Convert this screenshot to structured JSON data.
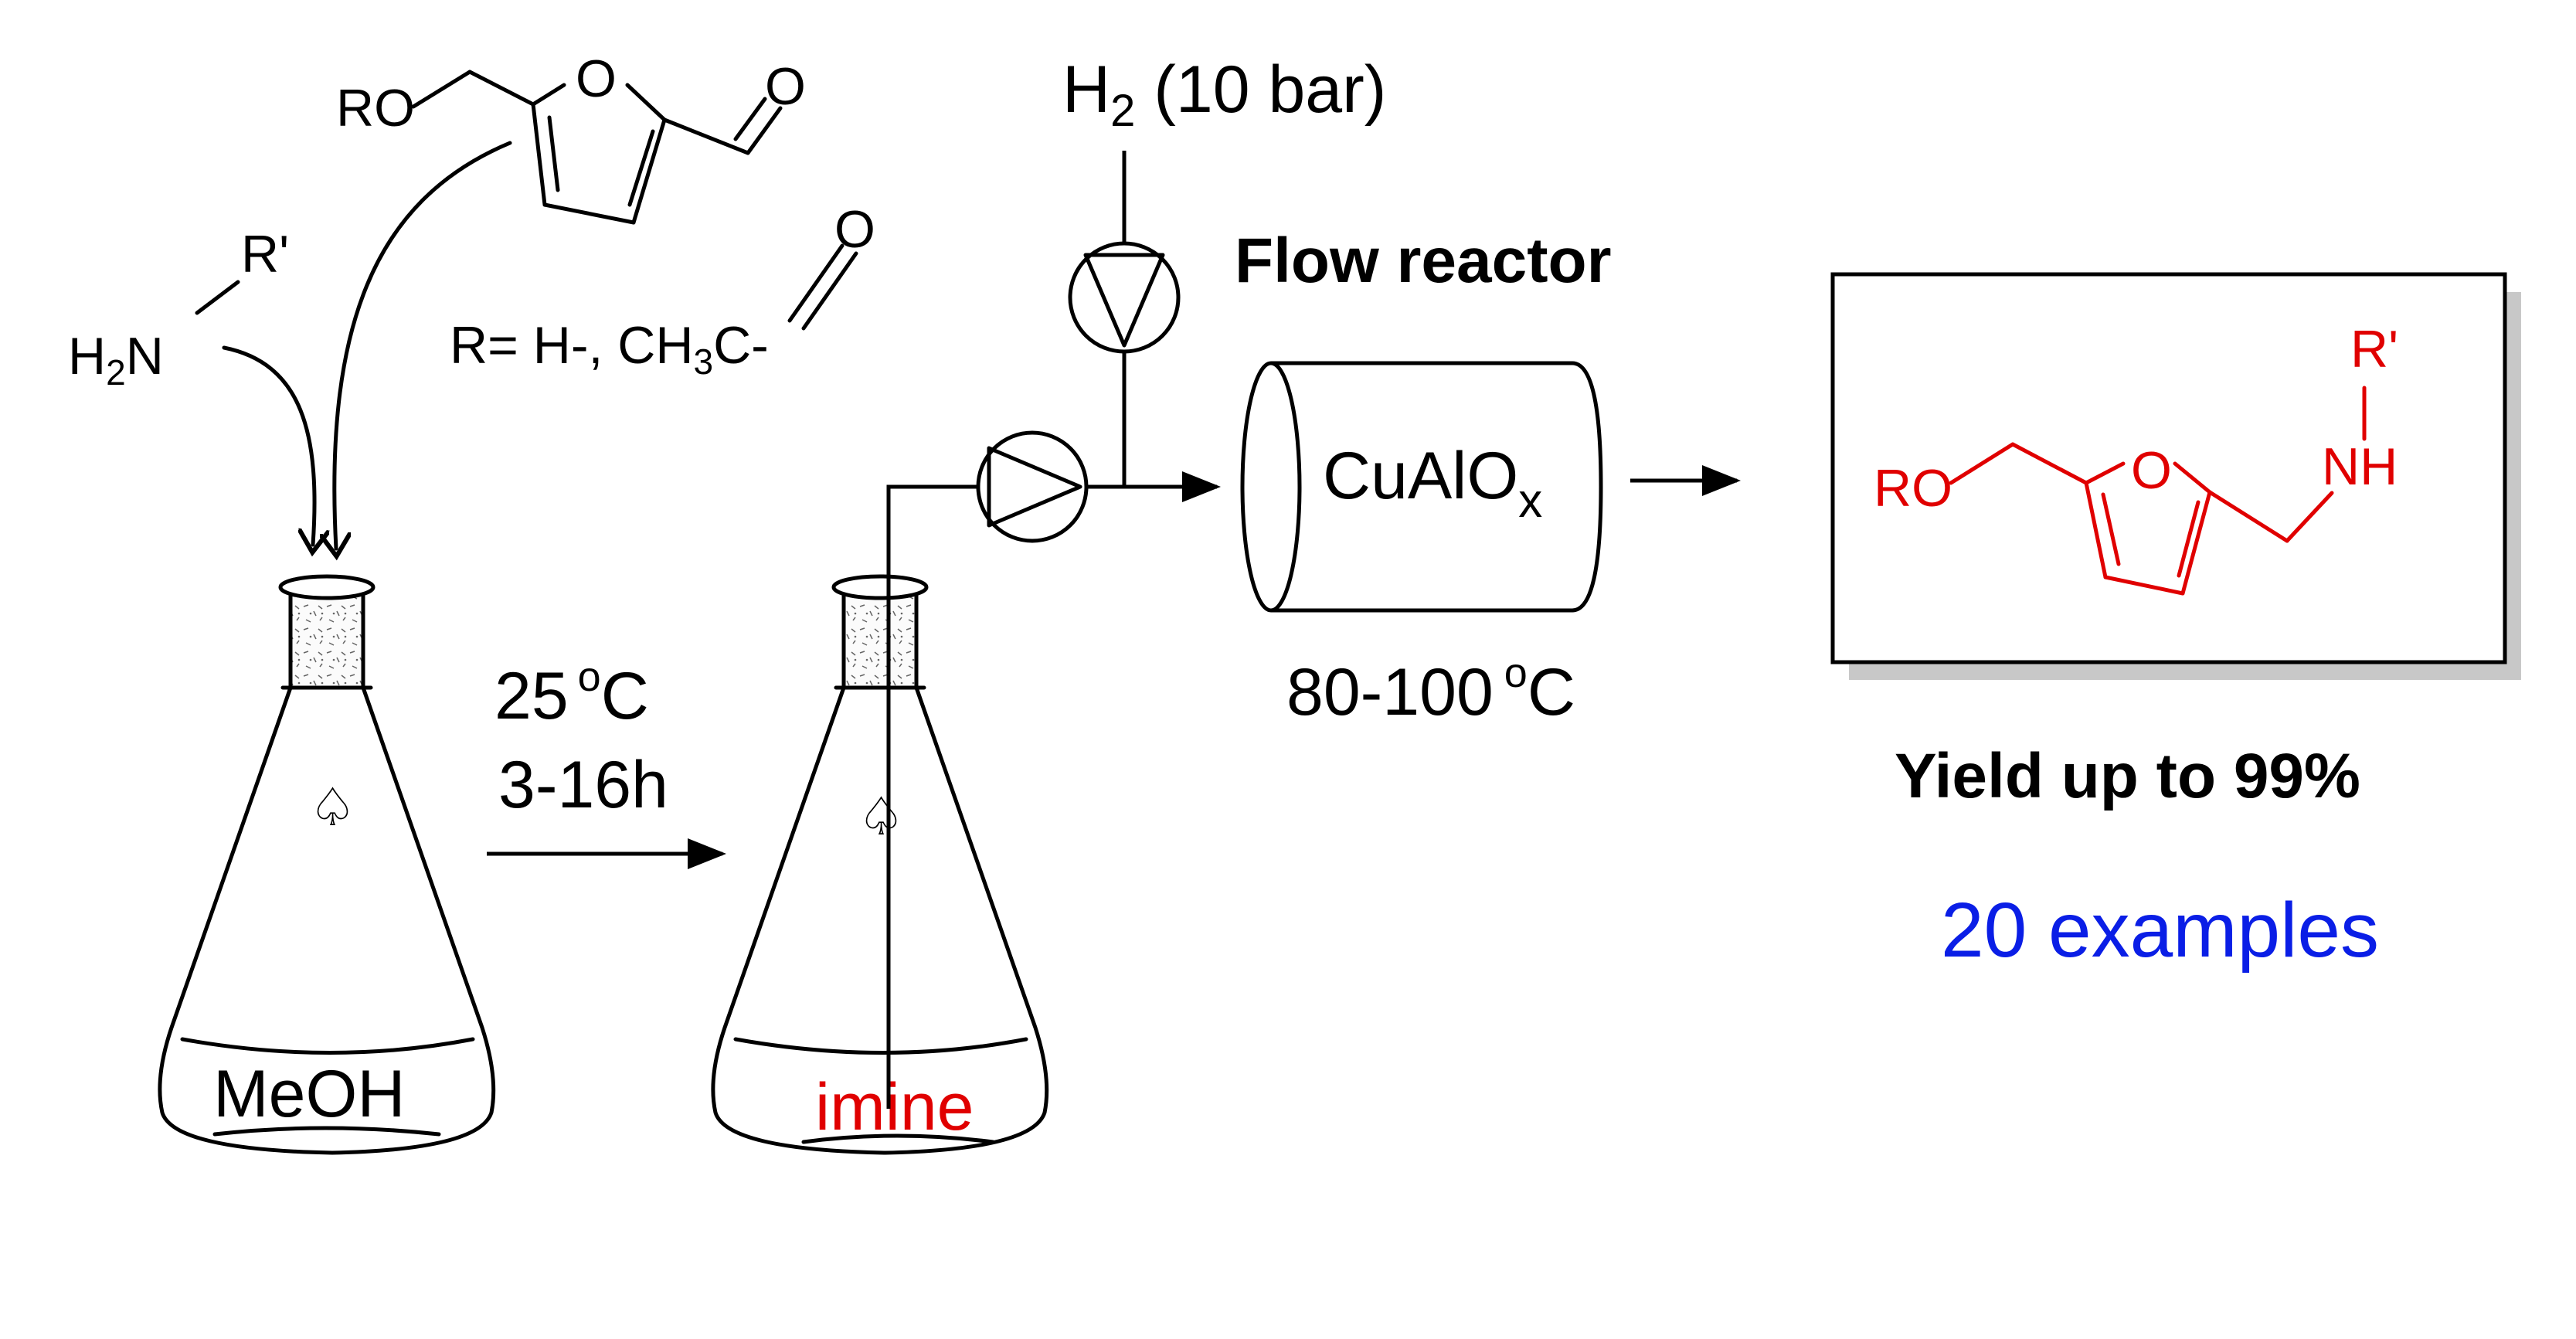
{
  "reactants": {
    "aldehyde_ro": "RO",
    "aldehyde_o_ring": "O",
    "aldehyde_o_carbonyl": "O",
    "r_definition": "R= H-, CH3C-",
    "r_definition_parts": {
      "a": "R= H-, CH",
      "sub": "3",
      "b": "C-"
    },
    "acetyl_o": "O",
    "amine_rprime": "R'",
    "amine": {
      "h": "H",
      "sub": "2",
      "n": "N"
    }
  },
  "flask1": {
    "solvent": "MeOH"
  },
  "step1": {
    "temperature": "25",
    "temp_sup": "o",
    "temp_unit": "C",
    "time": "3-16h"
  },
  "flask2": {
    "contents": "imine"
  },
  "hydrogen": {
    "h": "H",
    "sub": "2",
    "pressure": " (10 bar)"
  },
  "reactor": {
    "title": "Flow reactor",
    "catalyst": "CuAlO",
    "catalyst_sub": "x",
    "temperature": "80-100",
    "temp_sup": "o",
    "temp_unit": "C"
  },
  "product": {
    "ro": "RO",
    "o_ring": "O",
    "nh": "NH",
    "rprime": "R'"
  },
  "results": {
    "yield": "Yield up to 99%",
    "examples": "20 examples"
  },
  "colors": {
    "product": "#e00000",
    "examples": "#0a1ee6",
    "shadow": "#c8c8c8"
  }
}
